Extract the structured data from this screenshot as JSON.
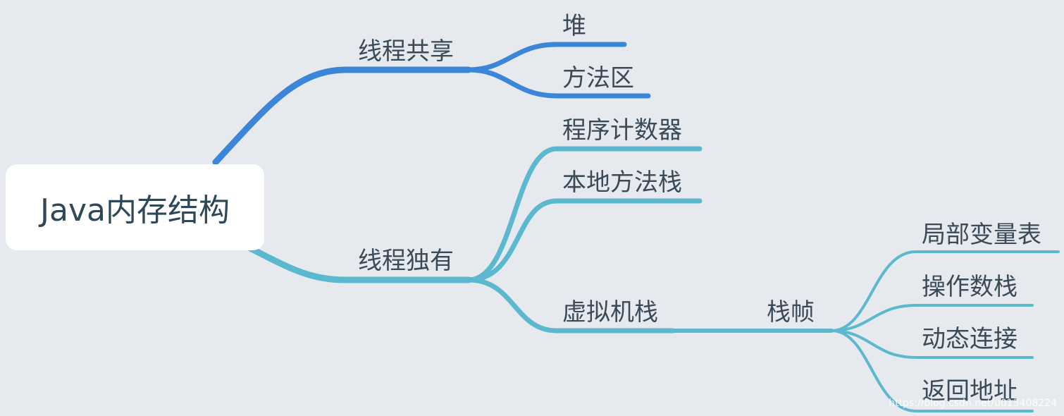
{
  "mindmap": {
    "root": "Java内存结构",
    "colors": {
      "shared": "#3b86d8",
      "private": "#5bb8cf",
      "root_text": "#2f4858",
      "label_text": "#3b4a58"
    },
    "branches": {
      "shared": {
        "label": "线程共享",
        "children": [
          "堆",
          "方法区"
        ]
      },
      "private": {
        "label": "线程独有",
        "children": [
          "程序计数器",
          "本地方法栈",
          "虚拟机栈"
        ],
        "stack": {
          "label": "栈帧",
          "children": [
            "局部变量表",
            "操作数栈",
            "动态连接",
            "返回地址"
          ]
        }
      }
    }
  },
  "watermark": "https://blog.csdn.net/u013408224"
}
